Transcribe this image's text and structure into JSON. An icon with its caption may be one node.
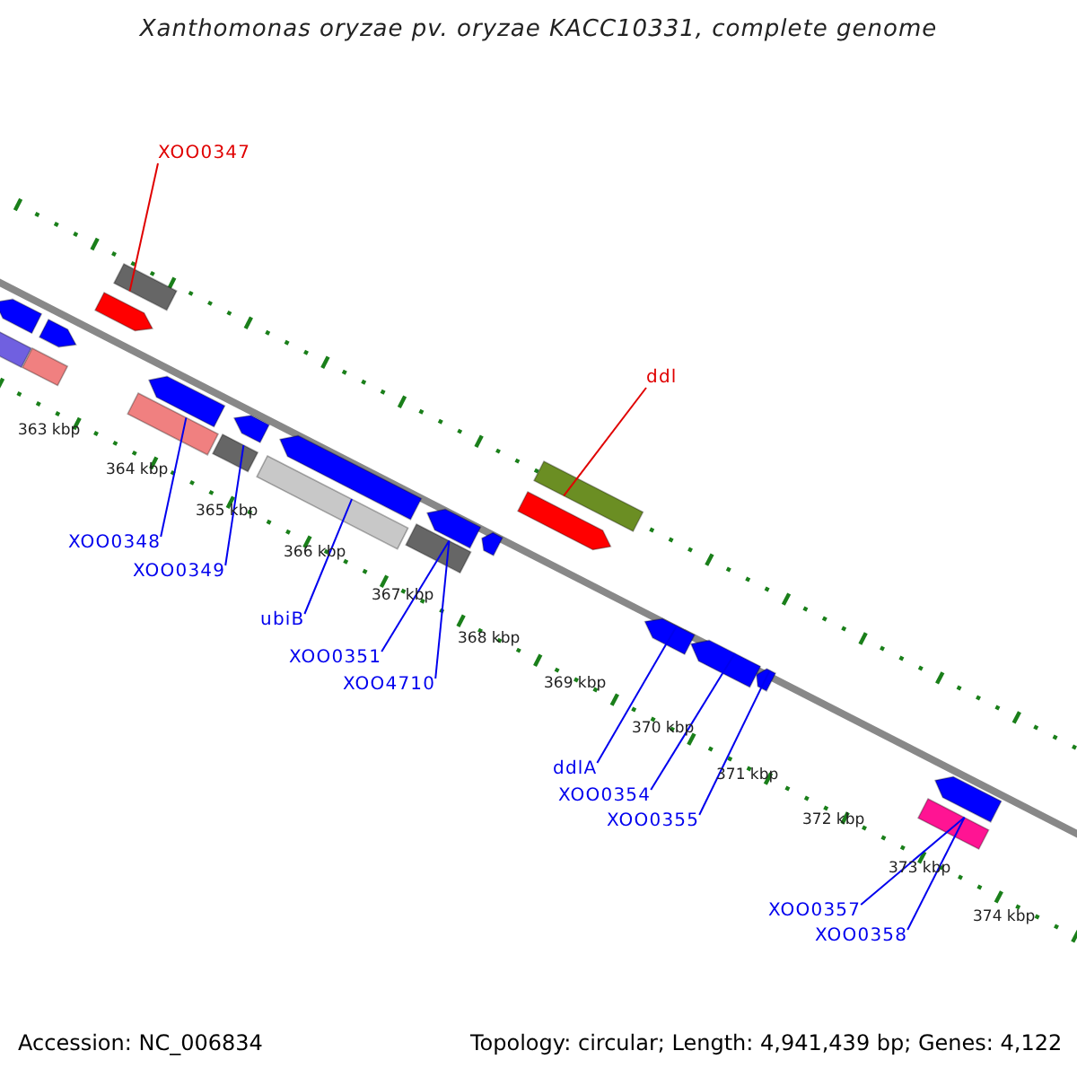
{
  "diagram": {
    "title": "Xanthomonas oryzae pv. oryzae KACC10331, complete genome",
    "nodes": [
      {
        "text": [
          "XOO0347"
        ]
      },
      {
        "text": [],
        "shape": "bar"
      },
      {
        "text": [
          "ddl"
        ]
      },
      {
        "text": [],
        "shape": "bar"
      },
      {
        "text": [
          "XOO0348"
        ]
      },
      {
        "text": [],
        "shape": "bar"
      },
      {
        "text": [
          "XOO0349"
        ]
      },
      {
        "text": [],
        "shape": "bar"
      },
      {
        "text": [
          "ubiB"
        ]
      },
      {
        "text": [],
        "shape": "bar"
      },
      {
        "text": [
          "XOO0351"
        ]
      },
      {
        "text": [],
        "shape": "bar"
      },
      {
        "text": [
          "XOO4710"
        ]
      },
      {
        "text": [
          "ddlA"
        ]
      },
      {
        "text": [],
        "shape": "bar"
      },
      {
        "text": [
          "XOO0354"
        ]
      },
      {
        "text": [],
        "shape": "bar"
      },
      {
        "text": [
          "XOO0355"
        ]
      },
      {
        "text": [],
        "shape": "bar"
      },
      {
        "text": [
          "XOO0357"
        ]
      },
      {
        "text": [],
        "shape": "bar"
      },
      {
        "text": [
          "XOO0358"
        ]
      },
      {
        "text": [],
        "shape": "bar"
      },
      {
        "text": [],
        "shape": "bar"
      },
      {
        "text": [],
        "shape": "bar"
      },
      {
        "text": [],
        "shape": "bar"
      },
      {
        "text": [],
        "shape": "bar"
      },
      {
        "text": [],
        "shape": "bar"
      },
      {
        "text": [],
        "shape": "bar"
      },
      {
        "text": [],
        "shape": "bar"
      },
      {
        "text": [],
        "shape": "bar"
      },
      {
        "text": [],
        "shape": "bar"
      },
      {
        "text": [],
        "shape": "bar"
      },
      {
        "text": [],
        "shape": "bar"
      }
    ],
    "edges": [
      {
        "from": 0,
        "to": 1,
        "arrow": "none",
        "color": "#e00000"
      },
      {
        "from": 2,
        "to": 3,
        "arrow": "none",
        "color": "#e00000"
      },
      {
        "from": 4,
        "to": 5,
        "arrow": "none"
      },
      {
        "from": 6,
        "to": 7,
        "arrow": "none"
      },
      {
        "from": 8,
        "to": 9,
        "arrow": "none"
      },
      {
        "from": 10,
        "to": 11,
        "arrow": "none"
      },
      {
        "from": 12,
        "to": 11,
        "arrow": "none"
      },
      {
        "from": 13,
        "to": 14,
        "arrow": "none"
      },
      {
        "from": 15,
        "to": 16,
        "arrow": "none"
      },
      {
        "from": 17,
        "to": 18,
        "arrow": "none"
      },
      {
        "from": 19,
        "to": 20,
        "arrow": "none"
      },
      {
        "from": 21,
        "to": 20,
        "arrow": "none"
      }
    ],
    "labels": [
      "363 kbp",
      "364 kbp",
      "365 kbp",
      "366 kbp",
      "367 kbp",
      "368 kbp",
      "369 kbp",
      "370 kbp",
      "371 kbp",
      "372 kbp",
      "373 kbp",
      "374 kbp",
      "Accession: NC_006834",
      "Topology: circular; Length: 4,941,439 bp; Genes: 4,122"
    ]
  }
}
